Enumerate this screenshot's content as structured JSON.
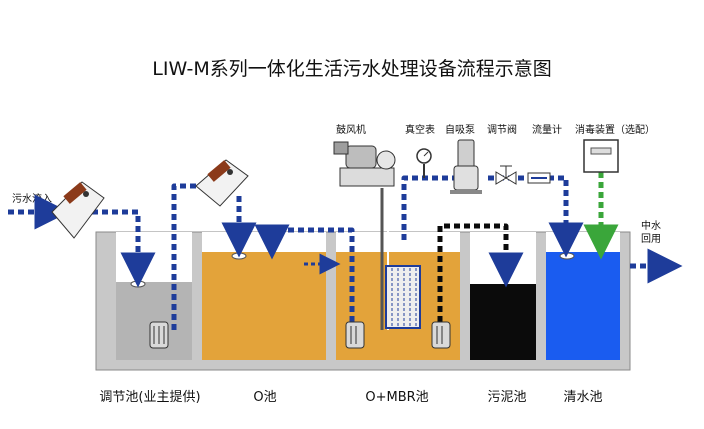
{
  "title": "LIW-M系列一体化生活污水处理设备流程示意图",
  "equipment": {
    "blower": "鼓风机",
    "vacuum_gauge": "真空表",
    "self_priming_pump": "自吸泵",
    "regulating_valve": "调节阀",
    "flow_meter": "流量计",
    "disinfection_device": "消毒装置（选配）"
  },
  "inlet": "污水流入",
  "outlet": "中水回用",
  "tanks": {
    "regulating": "调节池(业主提供)",
    "o_tank": "O池",
    "mbr": "O+MBR池",
    "sludge": "污泥池",
    "clear": "清水池"
  },
  "colors": {
    "pipe_blue": "#1e3c9a",
    "pipe_green": "#3aa63a",
    "gray_water": "#b4b4b4",
    "aerobic_water": "#e3a33a",
    "sludge": "#0b0b0b",
    "clear_water": "#1a5cf0",
    "tank_wall": "#c8c8c8"
  }
}
